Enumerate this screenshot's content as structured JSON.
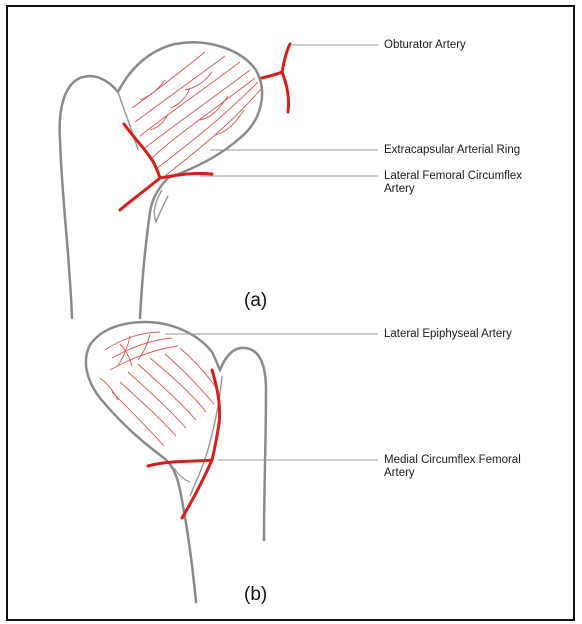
{
  "colors": {
    "frame": "#111111",
    "bone_outline": "#8a8a8a",
    "artery": "#d4201c",
    "vessel_fine": "#d9564f",
    "leader_line": "#9a9a9a",
    "text": "#1a1a1a"
  },
  "panel_a": {
    "label": "(a)",
    "annotations": {
      "obturator": "Obturator Artery",
      "extracapsular": "Extracapsular Arterial Ring",
      "lateral_femoral": "Lateral Femoral Circumflex\nArtery"
    }
  },
  "panel_b": {
    "label": "(b)",
    "annotations": {
      "lateral_epiphyseal": "Lateral Epiphyseal Artery",
      "medial_circumflex": "Medial Circumflex Femoral\nArtery"
    }
  }
}
